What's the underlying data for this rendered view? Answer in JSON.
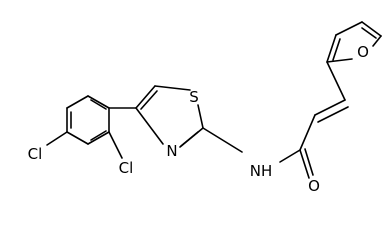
{
  "molecule": {
    "atoms": {
      "cl_left": "Cl",
      "cl_bottom": "Cl",
      "s_thiazole": "S",
      "n_thiazole": "N",
      "nh_amide": "NH",
      "o_carbonyl": "O",
      "o_furan": "O"
    }
  }
}
